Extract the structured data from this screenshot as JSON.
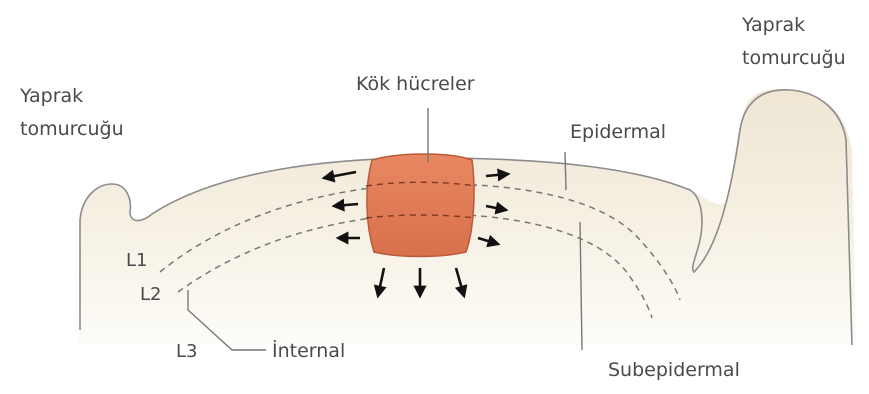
{
  "labels": {
    "leaf_bud_left_line1": "Yaprak",
    "leaf_bud_left_line2": "tomurcuğu",
    "leaf_bud_right_line1": "Yaprak",
    "leaf_bud_right_line2": "tomurcuğu",
    "stem_cells": "Kök hücreler",
    "epidermal": "Epidermal",
    "subepidermal": "Subepidermal",
    "internal": "İnternal",
    "layer_1": "L1",
    "layer_2": "L2",
    "layer_3": "L3"
  },
  "colors": {
    "tissue_fill_top": "#f0e8d8",
    "tissue_fill_bottom": "#fcfaf3",
    "tissue_outline": "#8a8a8a",
    "stem_cell_fill": "#e07a55",
    "stem_cell_outline": "#b85a38",
    "arrow": "#111111",
    "label_text": "#4a4a4a"
  }
}
